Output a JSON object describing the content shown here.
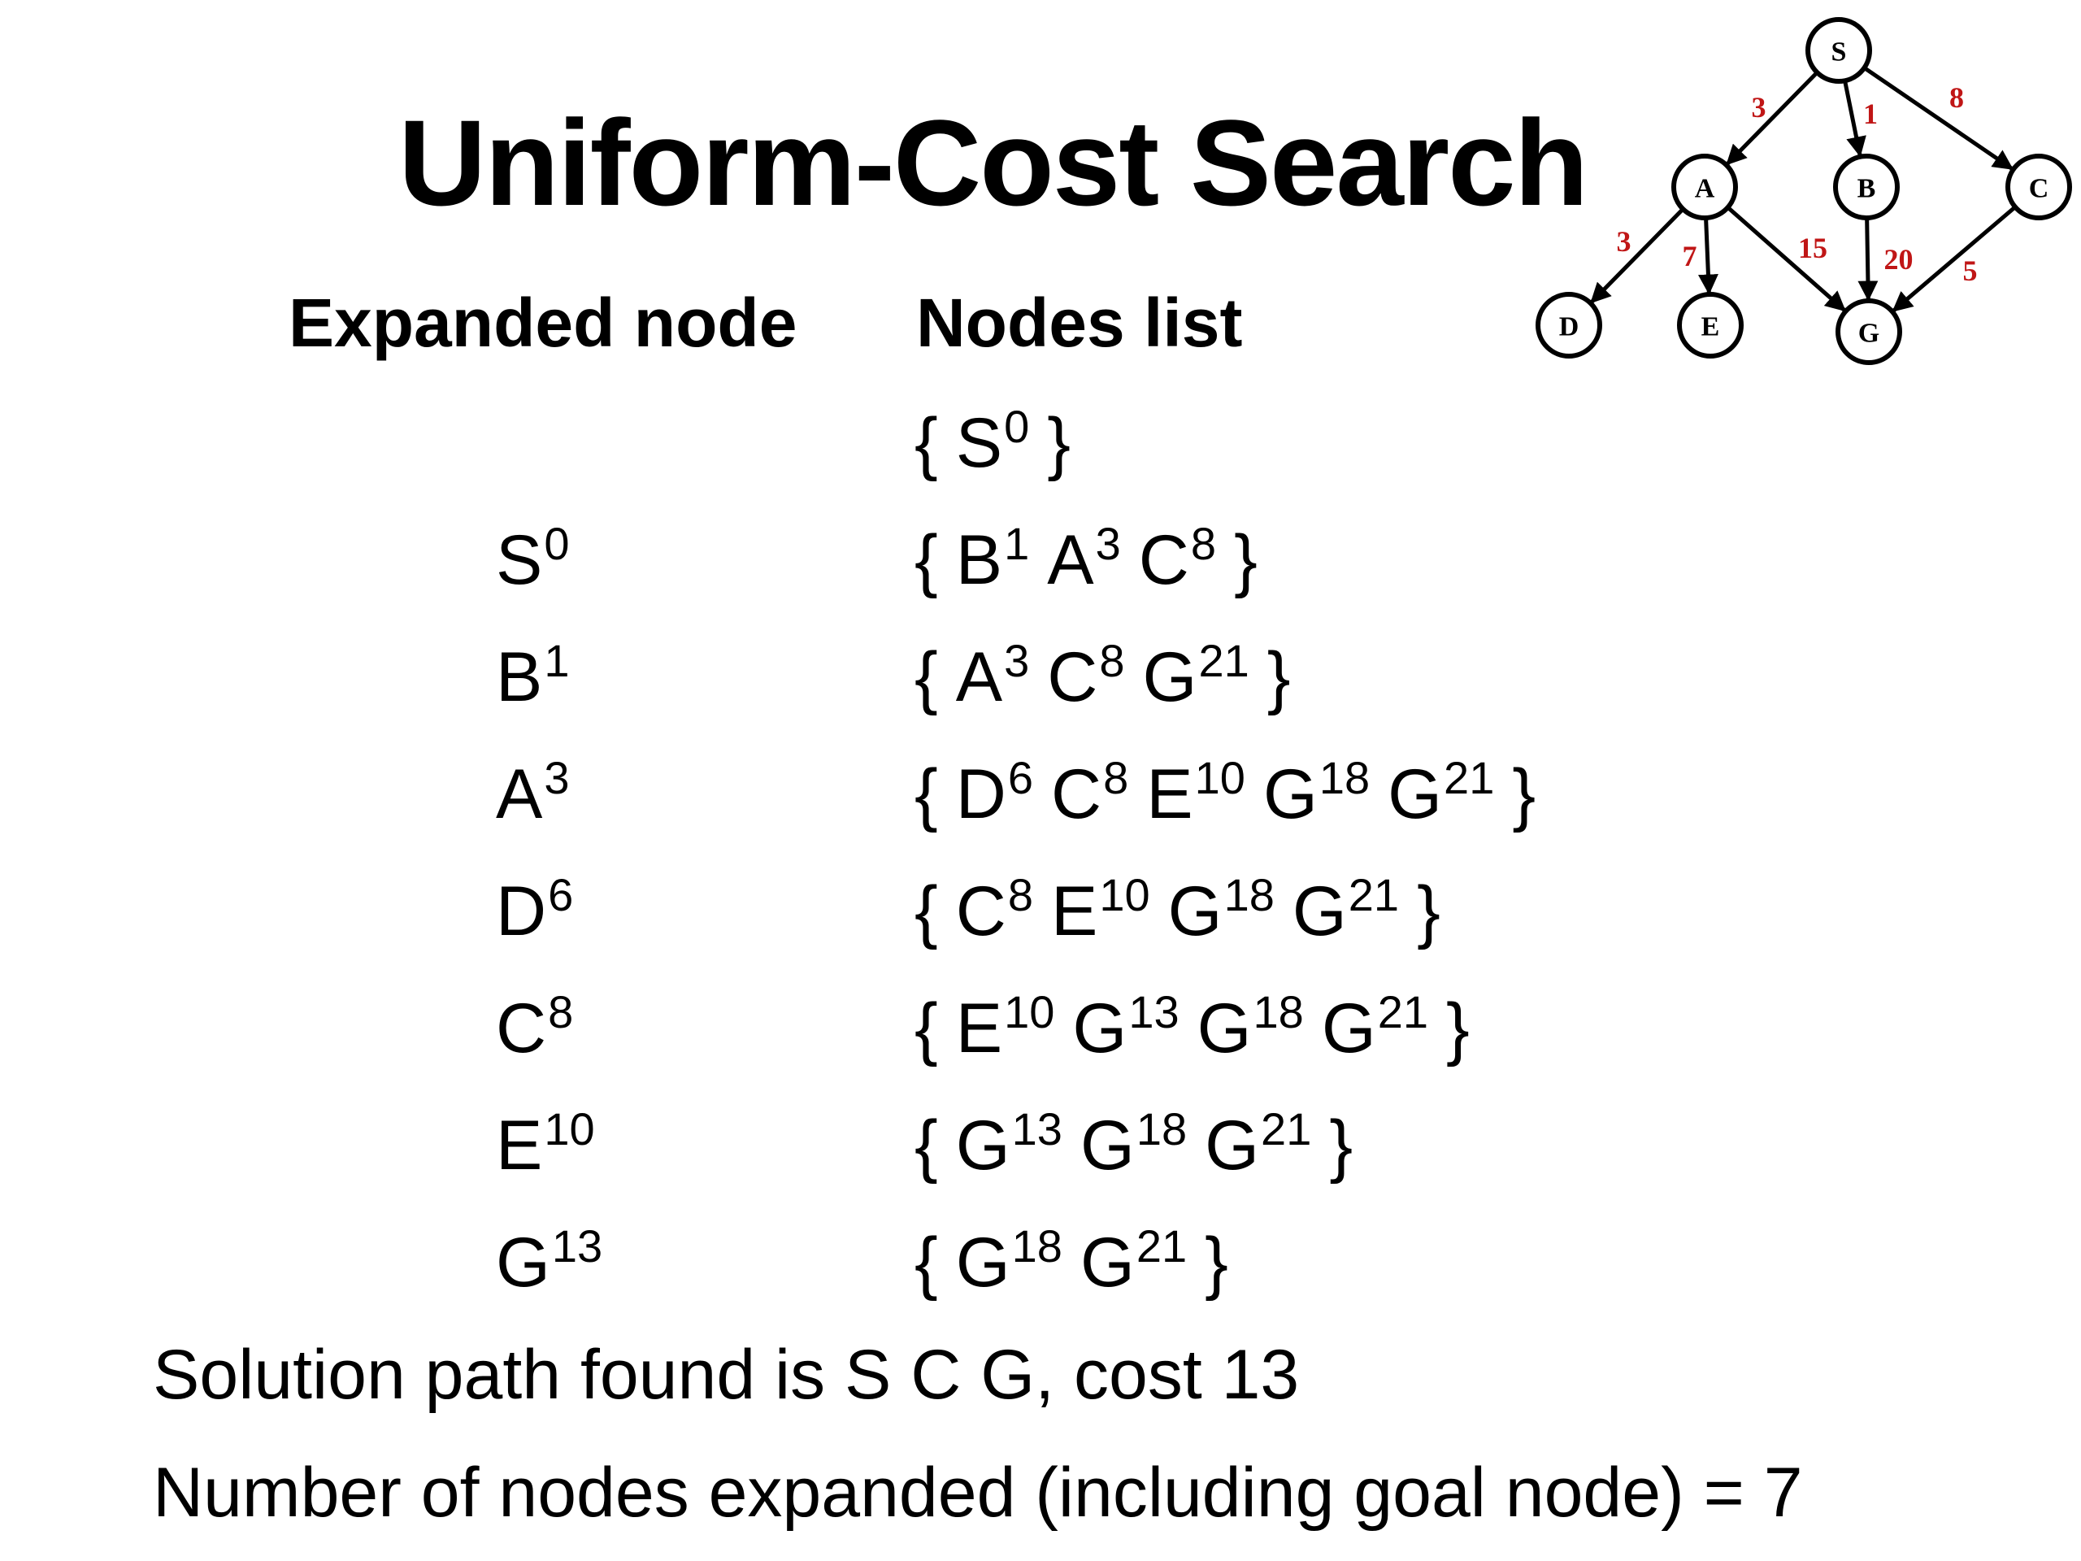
{
  "slide": {
    "title": "Uniform-Cost Search",
    "headers": {
      "expanded": "Expanded node",
      "list": "Nodes list"
    },
    "brace_open": "{",
    "brace_close": "}",
    "rows": [
      {
        "expanded": null,
        "list": [
          {
            "n": "S",
            "c": "0"
          }
        ]
      },
      {
        "expanded": {
          "n": "S",
          "c": "0"
        },
        "list": [
          {
            "n": "B",
            "c": "1"
          },
          {
            "n": "A",
            "c": "3"
          },
          {
            "n": "C",
            "c": "8"
          }
        ]
      },
      {
        "expanded": {
          "n": "B",
          "c": "1"
        },
        "list": [
          {
            "n": "A",
            "c": "3"
          },
          {
            "n": "C",
            "c": "8"
          },
          {
            "n": "G",
            "c": "21"
          }
        ]
      },
      {
        "expanded": {
          "n": "A",
          "c": "3"
        },
        "list": [
          {
            "n": "D",
            "c": "6"
          },
          {
            "n": "C",
            "c": "8"
          },
          {
            "n": "E",
            "c": "10"
          },
          {
            "n": "G",
            "c": "18"
          },
          {
            "n": "G",
            "c": "21"
          }
        ]
      },
      {
        "expanded": {
          "n": "D",
          "c": "6"
        },
        "list": [
          {
            "n": "C",
            "c": "8"
          },
          {
            "n": "E",
            "c": "10"
          },
          {
            "n": "G",
            "c": "18"
          },
          {
            "n": "G",
            "c": "21"
          }
        ]
      },
      {
        "expanded": {
          "n": "C",
          "c": "8"
        },
        "list": [
          {
            "n": "E",
            "c": "10"
          },
          {
            "n": "G",
            "c": "13"
          },
          {
            "n": "G",
            "c": "18"
          },
          {
            "n": "G",
            "c": "21"
          }
        ]
      },
      {
        "expanded": {
          "n": "E",
          "c": "10"
        },
        "list": [
          {
            "n": "G",
            "c": "13"
          },
          {
            "n": "G",
            "c": "18"
          },
          {
            "n": "G",
            "c": "21"
          }
        ]
      },
      {
        "expanded": {
          "n": "G",
          "c": "13"
        },
        "list": [
          {
            "n": "G",
            "c": "18"
          },
          {
            "n": "G",
            "c": "21"
          }
        ]
      }
    ],
    "summary": [
      "Solution path found is S C G, cost 13",
      "Number of nodes expanded (including goal node) = 7"
    ]
  },
  "graph": {
    "nodes": [
      "S",
      "A",
      "B",
      "C",
      "D",
      "E",
      "G"
    ],
    "edges": [
      {
        "from": "S",
        "to": "A",
        "cost": "3"
      },
      {
        "from": "S",
        "to": "B",
        "cost": "1"
      },
      {
        "from": "S",
        "to": "C",
        "cost": "8"
      },
      {
        "from": "A",
        "to": "D",
        "cost": "3"
      },
      {
        "from": "A",
        "to": "E",
        "cost": "7"
      },
      {
        "from": "A",
        "to": "G",
        "cost": "15"
      },
      {
        "from": "B",
        "to": "G",
        "cost": "20"
      },
      {
        "from": "C",
        "to": "G",
        "cost": "5"
      }
    ],
    "edge_label_color": "#c01616"
  }
}
